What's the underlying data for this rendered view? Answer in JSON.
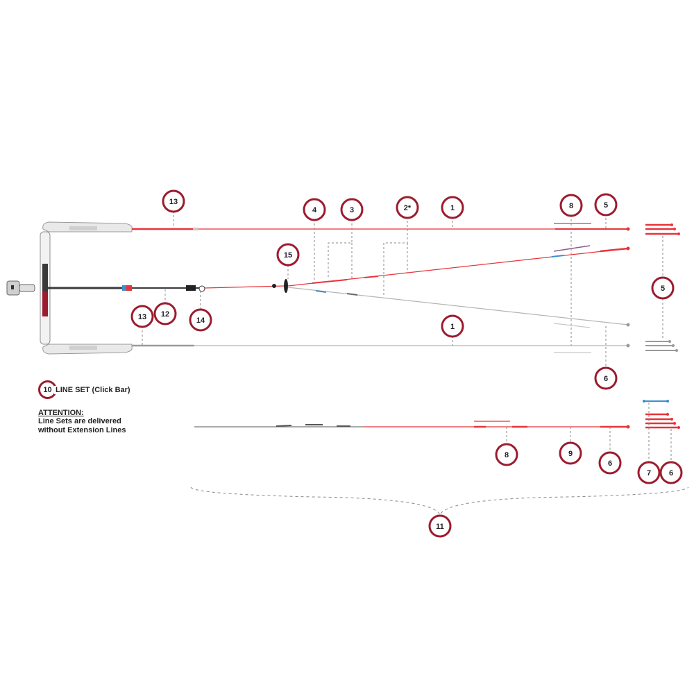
{
  "callouts": [
    {
      "id": "c13a",
      "label": "13"
    },
    {
      "id": "c4",
      "label": "4"
    },
    {
      "id": "c3",
      "label": "3"
    },
    {
      "id": "c2",
      "label": "2*"
    },
    {
      "id": "c1a",
      "label": "1"
    },
    {
      "id": "c8a",
      "label": "8"
    },
    {
      "id": "c5a",
      "label": "5"
    },
    {
      "id": "c15",
      "label": "15"
    },
    {
      "id": "c5b",
      "label": "5"
    },
    {
      "id": "c13b",
      "label": "13"
    },
    {
      "id": "c12",
      "label": "12"
    },
    {
      "id": "c14",
      "label": "14"
    },
    {
      "id": "c1b",
      "label": "1"
    },
    {
      "id": "c6a",
      "label": "6"
    },
    {
      "id": "c8b",
      "label": "8"
    },
    {
      "id": "c9",
      "label": "9"
    },
    {
      "id": "c6b",
      "label": "6"
    },
    {
      "id": "c7",
      "label": "7"
    },
    {
      "id": "c6c",
      "label": "6"
    },
    {
      "id": "c11",
      "label": "11"
    }
  ],
  "legend": {
    "number": "10",
    "title": "LINE SET (Click Bar)",
    "attention_heading": "ATTENTION:",
    "attention_lines": [
      "Line Sets are delivered",
      "without Extension Lines"
    ]
  },
  "colors": {
    "callout_ring": "#9b1c2e",
    "red_line": "#e8333a",
    "grey_line": "#b5b5b5",
    "dark_line": "#3a3a3a",
    "blue_line": "#3a8fd0",
    "purple_line": "#8a5a8f"
  }
}
